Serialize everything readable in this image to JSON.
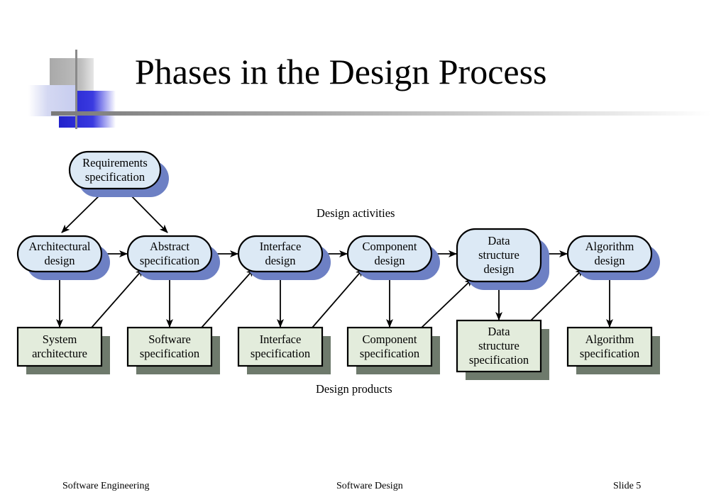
{
  "slide": {
    "title": "Phases in the Design Process"
  },
  "diagram": {
    "start_node": {
      "lines": [
        "Requirements",
        "specification"
      ]
    },
    "captions": {
      "activities": "Design activities",
      "products": "Design products"
    },
    "activities": [
      {
        "id": "architectural",
        "lines": [
          "Architectural",
          "design"
        ]
      },
      {
        "id": "abstract",
        "lines": [
          "Abstract",
          "specification"
        ]
      },
      {
        "id": "interface",
        "lines": [
          "Interface",
          "design"
        ]
      },
      {
        "id": "component",
        "lines": [
          "Component",
          "design"
        ]
      },
      {
        "id": "data-structure",
        "lines": [
          "Data",
          "structure",
          "design"
        ]
      },
      {
        "id": "algorithm",
        "lines": [
          "Algorithm",
          "design"
        ]
      }
    ],
    "products": [
      {
        "id": "system",
        "lines": [
          "System",
          "architecture"
        ]
      },
      {
        "id": "software",
        "lines": [
          "Software",
          "specification"
        ]
      },
      {
        "id": "interface",
        "lines": [
          "Interface",
          "specification"
        ]
      },
      {
        "id": "component",
        "lines": [
          "Component",
          "specification"
        ]
      },
      {
        "id": "data-structure",
        "lines": [
          "Data",
          "structure",
          "specification"
        ]
      },
      {
        "id": "algorithm",
        "lines": [
          "Algorithm",
          "specification"
        ]
      }
    ],
    "colors": {
      "activity_fill": "#dce9f5",
      "activity_shadow": "#6d80c4",
      "product_fill": "#e3ecdc",
      "product_shadow": "#6e7a6c",
      "stroke": "#000000"
    }
  },
  "footer": {
    "left": "Software Engineering",
    "center": "Software Design",
    "right": "Slide  5"
  }
}
